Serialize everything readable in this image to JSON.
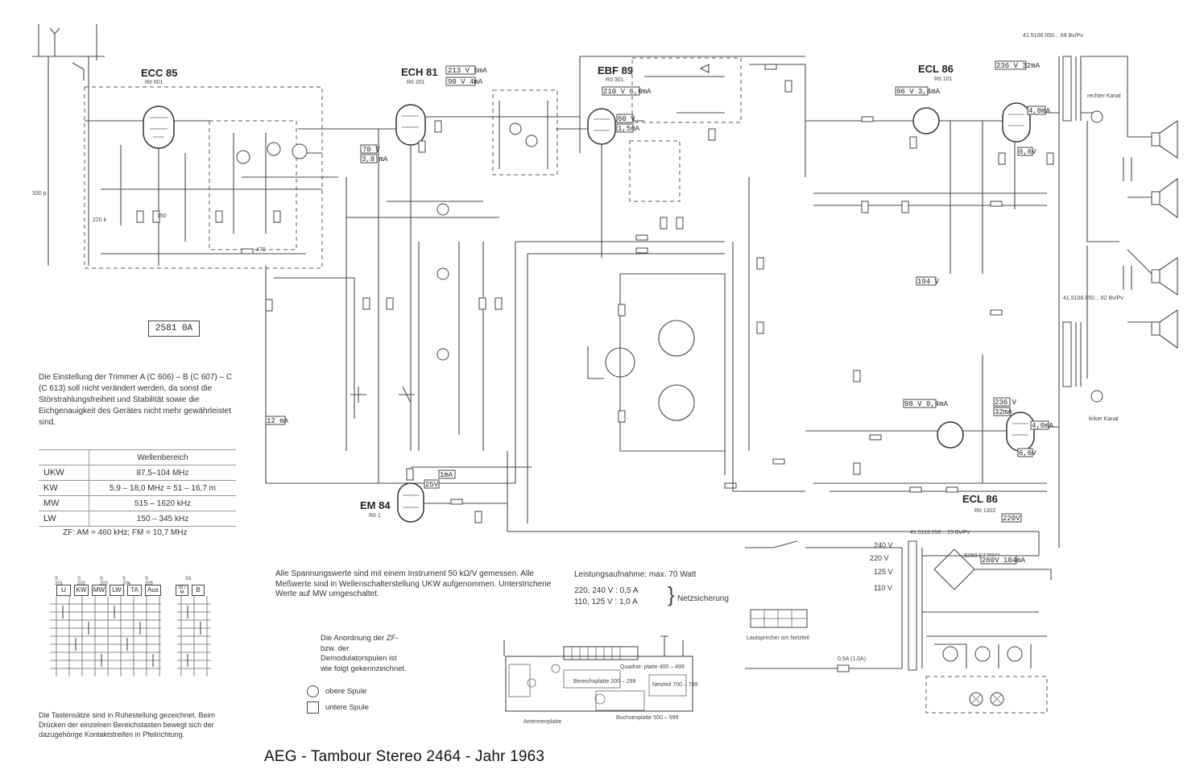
{
  "title": "AEG - Tambour Stereo 2464 - Jahr 1963",
  "model_box": "2581 0A",
  "tubes": [
    {
      "name": "ECC 85",
      "ref": "Rö 601"
    },
    {
      "name": "ECH 81",
      "ref": "Rö 201"
    },
    {
      "name": "EBF 89",
      "ref": "Rö 301"
    },
    {
      "name": "ECL 86",
      "ref": "Rö 101"
    },
    {
      "name": "ECL 86",
      "ref": "Rö 1302"
    },
    {
      "name": "EM 84",
      "ref": "Rö 1"
    }
  ],
  "voltage_boxes": [
    "213 V 5mA",
    "90 V 4mA",
    "70 V",
    "3,8 mA",
    "210 V 6,0mA",
    "60 V",
    "1,5mA",
    "236 V 32mA",
    "96 V 3,4mA",
    "4,0mA",
    "6,6V",
    "194 V",
    "98 V 0,4mA",
    "236 V",
    "32mA",
    "4,0mA",
    "6,6V",
    "220V",
    "260V 104mA",
    "12 mA",
    "1mA",
    "25V"
  ],
  "trimmer_note": "Die Einstellung der Trimmer A (C 606) – B (C 607) – C (C 613) soll nicht verändert werden, da sonst die Störstrahlungsfreiheit und Stabilität sowie die Eichgenauigkeit des Gerätes nicht mehr gewährleistet sind.",
  "range_table": {
    "header": "Wellenbereich",
    "rows": [
      {
        "band": "UKW",
        "range": "87,5–104 MHz"
      },
      {
        "band": "KW",
        "range": "5,9 – 18,0 MHz = 51 – 16,7 m"
      },
      {
        "band": "MW",
        "range": "515 – 1620 kHz"
      },
      {
        "band": "LW",
        "range": "150 – 345 kHz"
      }
    ]
  },
  "zf_line": "ZF: AM = 460 kHz; FM = 10,7 MHz",
  "key_note": "Die Tastensätze sind in Ruhestellung gezeichnet. Beim Drücken der einzelnen Bereichstasten bewegt sich der dazugehörige Kontaktstreifen in Pfeilrichtung.",
  "keys_a": {
    "headers": [
      "S 201",
      "S 202",
      "S 203",
      "S 204",
      "S 205"
    ],
    "labels": [
      "U",
      "KW",
      "MW",
      "LW",
      "TA",
      "Aus"
    ]
  },
  "keys_b": {
    "headers": [
      "S3"
    ],
    "labels": [
      "St / M",
      "B"
    ]
  },
  "voltage_note": "Alle Spannungswerte sind mit einem Instrument 50 kΩ/V gemessen. Alle Meßwerte sind in Wellenschalterstellung UKW aufgenommen. Unterstrichene Werte auf MW umgeschaltet.",
  "power": {
    "consumption": "Leistungsaufnahme: max. 70 Watt",
    "line1": "220, 240 V : 0,5 A",
    "line2": "110, 125 V : 1,0 A",
    "fuse": "Netzsicherung"
  },
  "zf_note": "Die Anordnung der ZF- bzw. der Demodulatorspulen ist wie folgt gekennzeichnet.",
  "legend": {
    "upper": "obere Spule",
    "lower": "untere Spule"
  },
  "diagram_labels": {
    "rechter_kanal": "rechter Kanal",
    "linker_kanal": "linker Kanal",
    "netzteil": "Netzteil 700 – 799",
    "lautsprecher": "Lautsprecher am Netzteil",
    "antennenplatte": "Antennenplatte",
    "bereichsplatte": "Bereichsplatte 200 – 299",
    "buchsenplatte": "Buchsenplatte 500 – 599",
    "quadrantplatte": "Quadrat- platte 400 – 499",
    "transformer1": "41.5108.050... 69 Bv/Pv",
    "transformer2": "41.5108.050... 82 Bv/Pv",
    "transformer3": "41.5113.050... 23 Bv/Pv",
    "rectifier": "B250 C125M2",
    "fuse_val": "0,5A (1,0A)",
    "v240": "240 V",
    "v220": "220 V",
    "v125": "125 V",
    "v110": "110 V"
  }
}
